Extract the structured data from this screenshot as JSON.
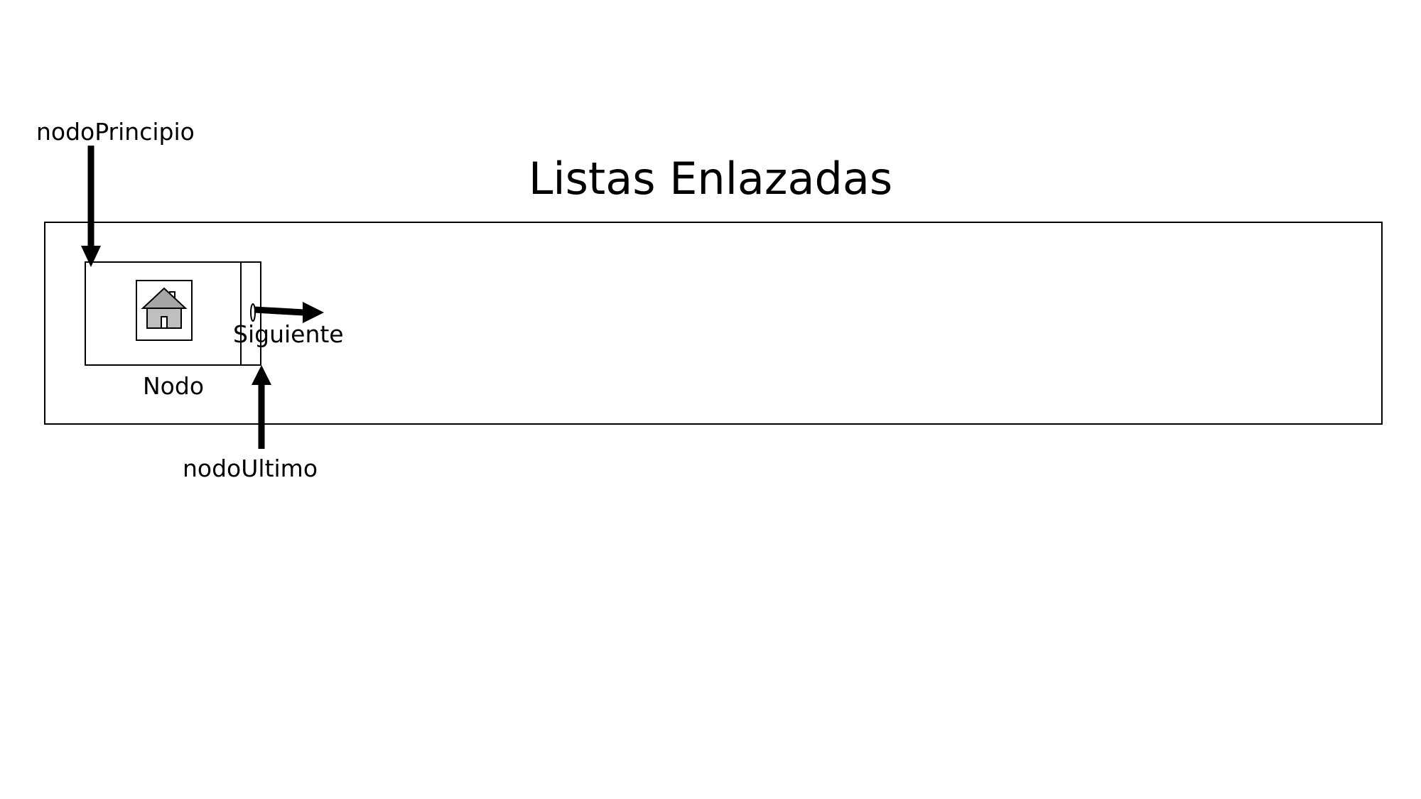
{
  "diagram": {
    "title": "Listas Enlazadas",
    "pointer_head_label": "nodoPrincipio",
    "pointer_tail_label": "nodoUltimo",
    "node_label": "Nodo",
    "next_label": "Siguiente",
    "node_data_icon": "home-icon"
  }
}
